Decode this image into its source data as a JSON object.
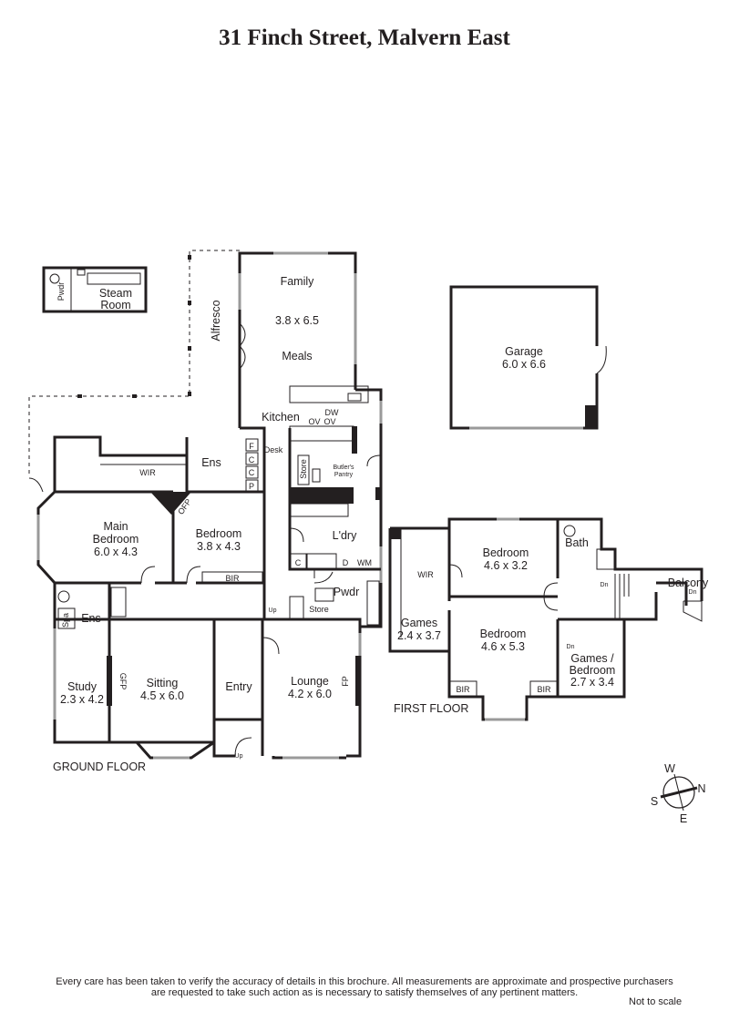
{
  "title": "31 Finch Street, Malvern East",
  "ground_floor": {
    "label": "GROUND FLOOR",
    "rooms": {
      "pwdr_outbuilding": "Pwdr",
      "steam_room": [
        "Steam",
        "Room"
      ],
      "alfresco": "Alfresco",
      "family": "Family",
      "family_dims": "3.8 x 6.5",
      "meals": "Meals",
      "kitchen": "Kitchen",
      "dw": "DW",
      "ov1": "OV",
      "ov2": "OV",
      "desk": "Desk",
      "store_pantry": "Store",
      "butlers_pantry": [
        "Butler's",
        "Pantry"
      ],
      "fridge": "F",
      "cupboard1": "C",
      "cupboard2": "C",
      "pantry": "P",
      "wir": "WIR",
      "ens_upper": "Ens",
      "ofp": "OFP",
      "main_bedroom": [
        "Main",
        "Bedroom"
      ],
      "main_bedroom_dims": "6.0 x 4.3",
      "bedroom": "Bedroom",
      "bedroom_dims": "3.8 x 4.3",
      "bir": "BIR",
      "laundry": "L'dry",
      "laundry_c": "C",
      "dryer": "D",
      "wm": "WM",
      "pwdr": "Pwdr",
      "up_stairs": "Up",
      "store": "Store",
      "spa": "Spa",
      "ens_lower": "Ens",
      "study": "Study",
      "study_dims": "2.3 x 4.2",
      "gfp": "GFP",
      "sitting": "Sitting",
      "sitting_dims": "4.5 x 6.0",
      "entry": "Entry",
      "entry_up": "Up",
      "lounge": "Lounge",
      "lounge_dims": "4.2 x 6.0",
      "fp": "FP"
    }
  },
  "garage": {
    "label": "Garage",
    "dims": "6.0 x 6.6"
  },
  "first_floor": {
    "label": "FIRST FLOOR",
    "rooms": {
      "wir": "WIR",
      "bedroom1": "Bedroom",
      "bedroom1_dims": "4.6 x 3.2",
      "bath": "Bath",
      "dn1": "Dn",
      "balcony": "Balcony",
      "dn2": "Dn",
      "games": "Games",
      "games_dims": "2.4 x 3.7",
      "bedroom2": "Bedroom",
      "bedroom2_dims": "4.6 x 5.3",
      "dn3": "Dn",
      "games_bedroom": [
        "Games /",
        "Bedroom"
      ],
      "games_bedroom_dims": "2.7 x 3.4",
      "bir1": "BIR",
      "bir2": "BIR"
    }
  },
  "compass": {
    "n": "N",
    "s": "S",
    "e": "E",
    "w": "W",
    "icon": "compass-icon"
  },
  "disclaimer": [
    "Every care has been taken to verify the accuracy of details in this brochure.  All measurements are approximate and prospective purchasers",
    "are requested to take such action as is necessary to satisfy themselves of any pertinent matters."
  ],
  "not_to_scale": "Not to scale"
}
